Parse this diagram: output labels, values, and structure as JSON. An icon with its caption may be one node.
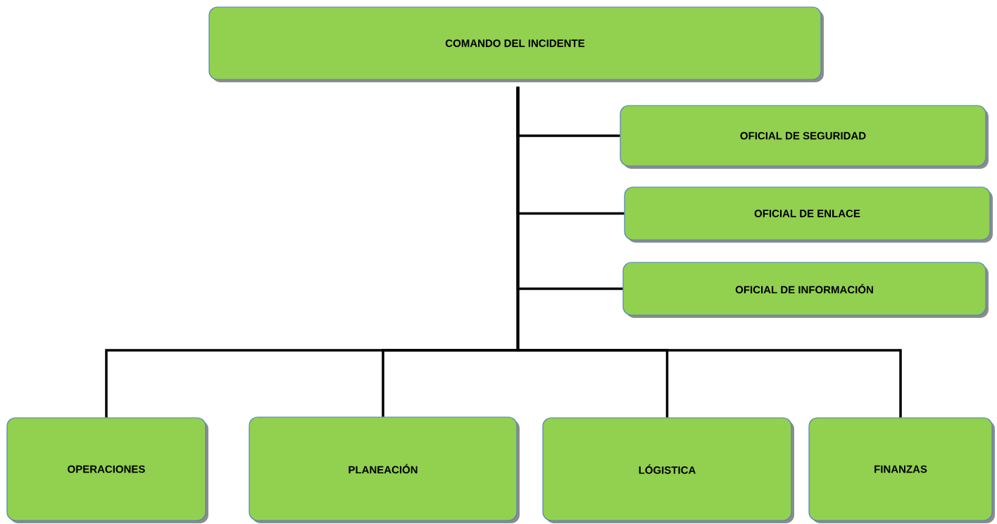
{
  "diagram": {
    "nodes": [
      {
        "text": [
          "COMANDO DEL INCIDENTE"
        ]
      },
      {
        "text": [
          "OFICIAL DE SEGURIDAD"
        ]
      },
      {
        "text": [
          "OFICIAL DE ENLACE"
        ]
      },
      {
        "text": [
          "OFICIAL DE INFORMACIÓN"
        ]
      },
      {
        "text": [
          "OPERACIONES"
        ]
      },
      {
        "text": [
          "PLANEACIÓN"
        ]
      },
      {
        "text": [
          "LÓGISTICA"
        ]
      },
      {
        "text": [
          "FINANZAS"
        ]
      }
    ],
    "edges": [
      {
        "from": 0,
        "to": 1,
        "arrow": "none"
      },
      {
        "from": 0,
        "to": 2,
        "arrow": "none"
      },
      {
        "from": 0,
        "to": 3,
        "arrow": "none"
      },
      {
        "from": 0,
        "to": 4,
        "arrow": "none"
      },
      {
        "from": 0,
        "to": 5,
        "arrow": "none"
      },
      {
        "from": 0,
        "to": 6,
        "arrow": "none"
      },
      {
        "from": 0,
        "to": 7,
        "arrow": "none"
      }
    ]
  }
}
